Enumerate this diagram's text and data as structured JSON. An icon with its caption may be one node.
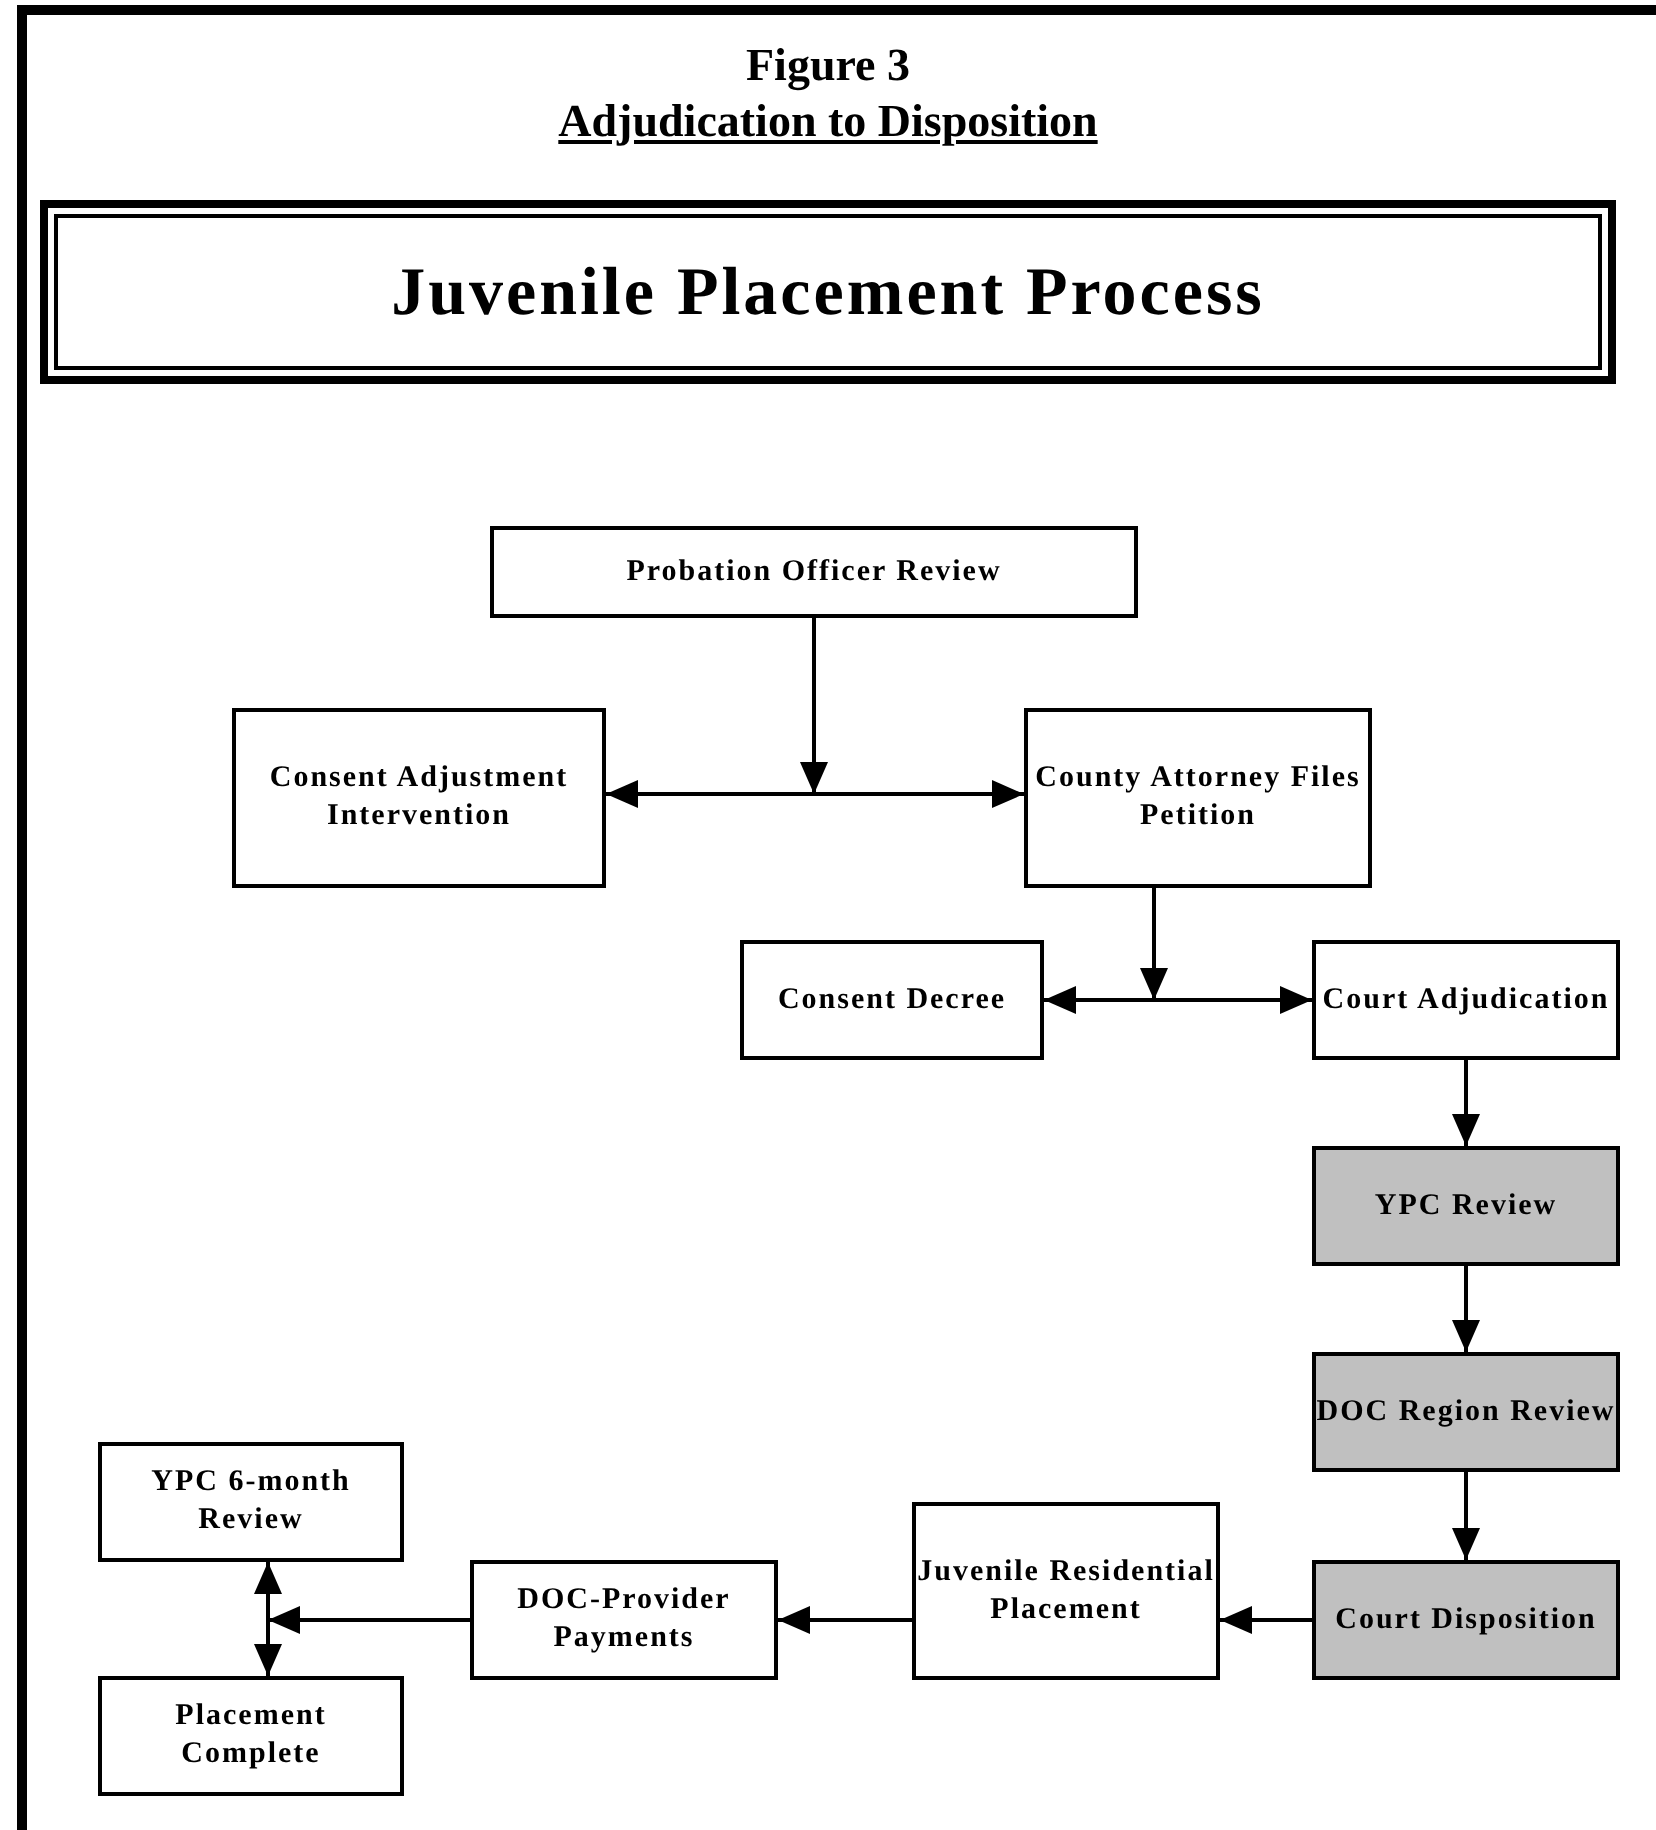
{
  "diagram": {
    "title": "Figure 3",
    "nodes": [
      {
        "text": [
          "Juvenile Placement Process"
        ]
      },
      {
        "text": [
          "Probation Officer Review"
        ]
      },
      {
        "text": [
          "Consent Adjustment Intervention"
        ]
      },
      {
        "text": [
          "County Attorney Files Petition"
        ]
      },
      {
        "text": [
          "Consent Decree"
        ]
      },
      {
        "text": [
          "Court Adjudication"
        ]
      },
      {
        "text": [
          "YPC Review"
        ]
      },
      {
        "text": [
          "DOC Region Review"
        ]
      },
      {
        "text": [
          "Court Disposition"
        ]
      },
      {
        "text": [
          "Juvenile Residential Placement"
        ]
      },
      {
        "text": [
          "DOC-Provider Payments"
        ]
      },
      {
        "text": [
          "YPC 6-month Review"
        ]
      },
      {
        "text": [
          "Placement Complete"
        ]
      }
    ],
    "edges": [
      {
        "from": 1,
        "to": 2,
        "arrow": "to"
      },
      {
        "from": 1,
        "to": 3,
        "arrow": "to"
      },
      {
        "from": 3,
        "to": 4,
        "arrow": "to"
      },
      {
        "from": 3,
        "to": 5,
        "arrow": "to"
      },
      {
        "from": 5,
        "to": 6,
        "arrow": "to"
      },
      {
        "from": 6,
        "to": 7,
        "arrow": "to"
      },
      {
        "from": 7,
        "to": 8,
        "arrow": "to"
      },
      {
        "from": 8,
        "to": 9,
        "arrow": "to"
      },
      {
        "from": 9,
        "to": 10,
        "arrow": "to"
      },
      {
        "from": 10,
        "to": 11,
        "arrow": "to"
      },
      {
        "from": 10,
        "to": 12,
        "arrow": "to"
      }
    ],
    "labels": [
      "Adjudication to Disposition"
    ]
  }
}
